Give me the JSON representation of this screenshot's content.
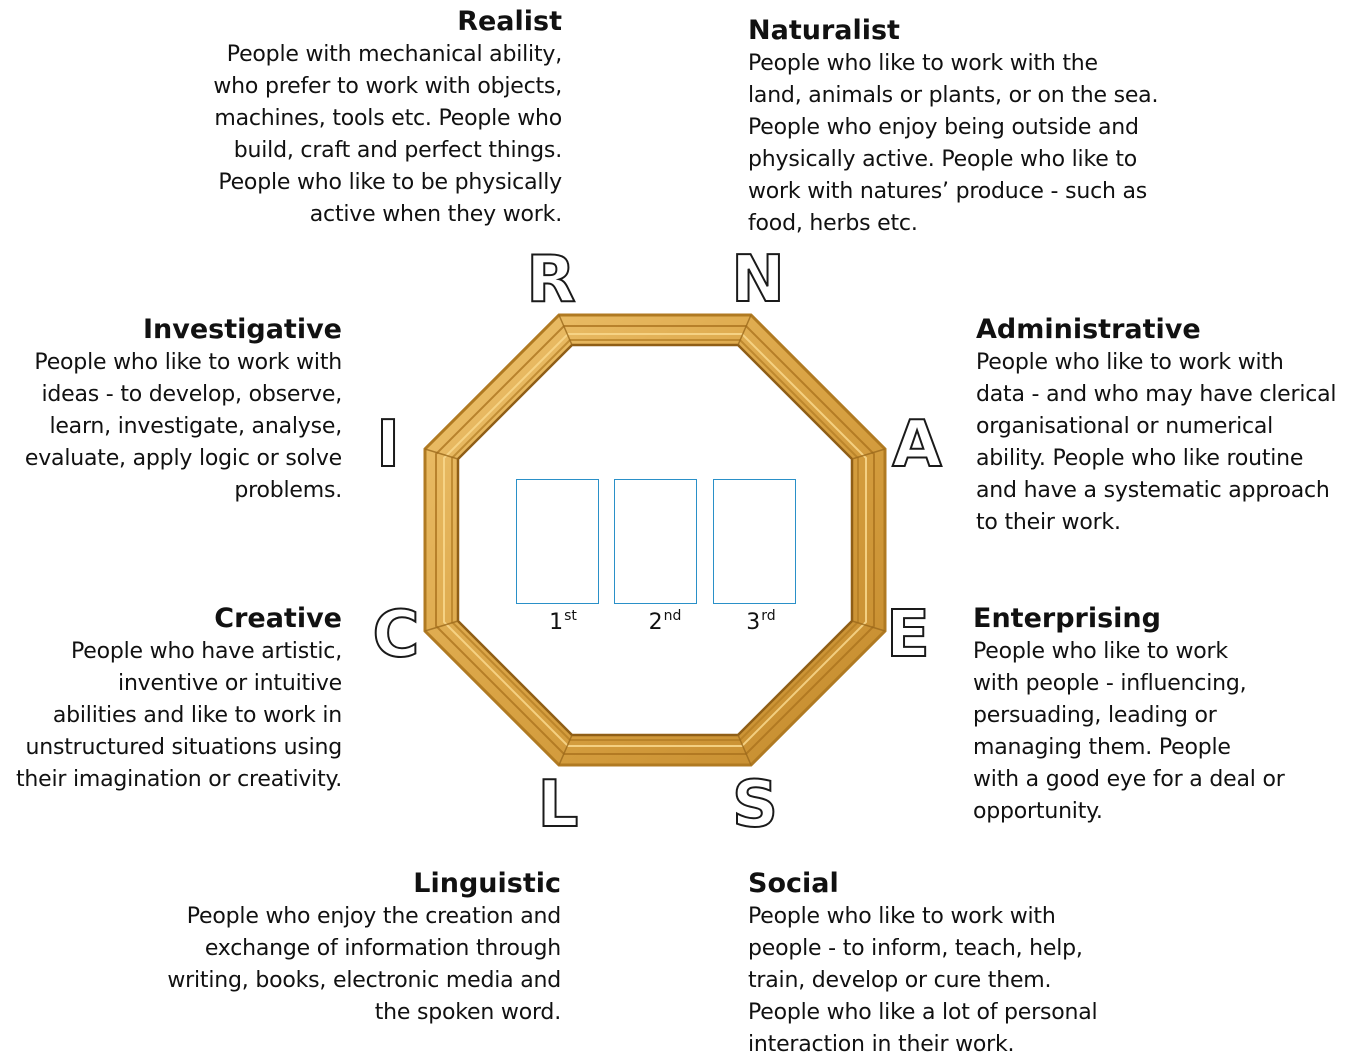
{
  "types": {
    "realist": {
      "title": "Realist",
      "lines": [
        "People with mechanical ability,",
        "who prefer to work with objects,",
        "machines, tools etc. People who",
        "build, craft and perfect things.",
        "People who like to be physically",
        "active when they work."
      ]
    },
    "naturalist": {
      "title": "Naturalist",
      "lines": [
        "People who like to work with the",
        "land, animals or plants, or on the sea.",
        "People who enjoy being outside and",
        "physically active. People who like to",
        "work with natures’ produce - such as",
        "food, herbs etc."
      ]
    },
    "investigative": {
      "title": "Investigative",
      "lines": [
        "People who like to work with",
        "ideas - to develop, observe,",
        "learn, investigate, analyse,",
        "evaluate, apply logic or solve",
        "problems."
      ]
    },
    "administrative": {
      "title": "Administrative",
      "lines": [
        "People who like to work with",
        "data - and who may have clerical",
        "organisational or numerical",
        "ability. People who like routine",
        "and have a systematic approach",
        "to their work."
      ]
    },
    "creative": {
      "title": "Creative",
      "lines": [
        "People who have artistic,",
        "inventive or intuitive",
        "abilities and like to work in",
        "unstructured situations using",
        "their imagination or creativity."
      ]
    },
    "enterprising": {
      "title": "Enterprising",
      "lines": [
        "People who like to work",
        "with people - influencing,",
        "persuading, leading or",
        "managing them. People",
        "with a good eye for a deal or",
        "opportunity."
      ]
    },
    "linguistic": {
      "title": "Linguistic",
      "lines": [
        "People who enjoy the creation and",
        "exchange of information through",
        "writing, books, electronic media and",
        "the spoken word."
      ]
    },
    "social": {
      "title": "Social",
      "lines": [
        "People who like to work with",
        "people - to inform, teach, help,",
        "train, develop or cure them.",
        "People who like a lot of personal",
        "interaction in their work."
      ]
    }
  },
  "letters": {
    "r": "R",
    "n": "N",
    "i": "I",
    "a": "A",
    "c": "C",
    "e": "E",
    "l": "L",
    "s": "S"
  },
  "ranks": [
    {
      "num": "1",
      "suffix": "st"
    },
    {
      "num": "2",
      "suffix": "nd"
    },
    {
      "num": "3",
      "suffix": "rd"
    }
  ],
  "colors": {
    "frame_wood": "#d9a344",
    "frame_dark": "#a8701c",
    "frame_light": "#f0c56a",
    "box_border": "#2a90c8"
  }
}
